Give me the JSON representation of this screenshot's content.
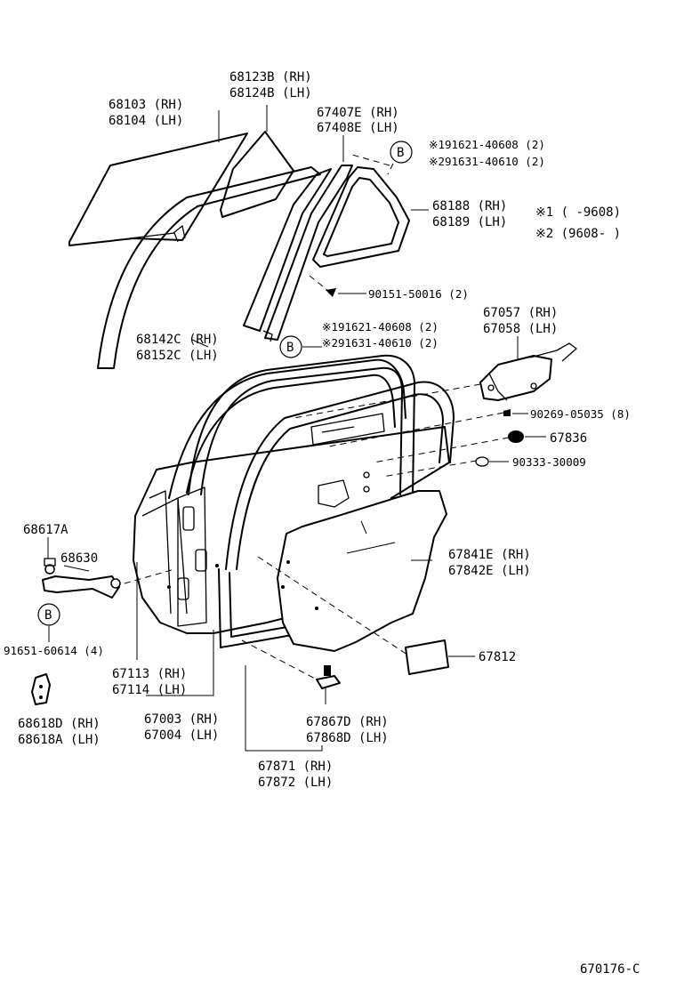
{
  "labels": {
    "glass_rh": "68103 (RH)",
    "glass_lh": "68104 (LH)",
    "quarter_rh": "68123B (RH)",
    "quarter_lh": "68124B (LH)",
    "sash_rh": "67407E (RH)",
    "sash_lh": "67408E (LH)",
    "bolt1": "※191621-40608 (2)",
    "bolt2": "※291631-40610 (2)",
    "qweather_rh": "68188 (RH)",
    "qweather_lh": "68189 (LH)",
    "note1": "※1 (      -9608)",
    "note2": "※2 (9608-       )",
    "screw": "90151-50016 (2)",
    "run_rh": "68142C (RH)",
    "run_lh": "68152C (LH)",
    "bolt3": "※191621-40608 (2)",
    "bolt4": "※291631-40610 (2)",
    "lock_rh": "67057 (RH)",
    "lock_lh": "67058 (LH)",
    "lock_screw": "90269-05035 (8)",
    "plug": "67836",
    "clip": "90333-30009",
    "check": "68617A",
    "check_arm": "68630",
    "hinge_bolt": "91651-60614 (4)",
    "cover_rh": "67841E (RH)",
    "cover_lh": "67842E (LH)",
    "pad": "67812",
    "panel_rh": "67113 (RH)",
    "panel_lh": "67114 (LH)",
    "door_rh": "67003 (RH)",
    "door_lh": "67004 (LH)",
    "hinge_rh": "68618D (RH)",
    "hinge_lh": "68618A (LH)",
    "grommet_rh": "67867D (RH)",
    "grommet_lh": "67868D (LH)",
    "weather_rh": "67871 (RH)",
    "weather_lh": "67872 (LH)",
    "callout_b": "B",
    "figure_code": "670176-C"
  }
}
